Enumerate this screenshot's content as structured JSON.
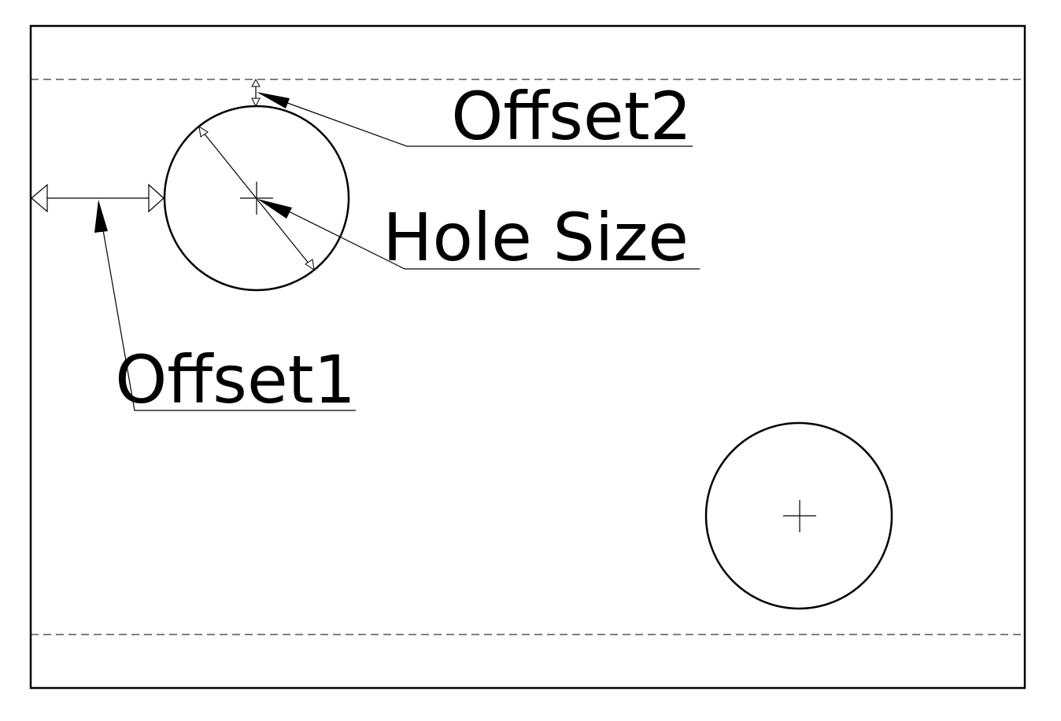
{
  "labels": {
    "offset2": "Offset2",
    "hole_size": "Hole Size",
    "offset1": "Offset1"
  },
  "colors": {
    "line": "#000000",
    "background": "#ffffff"
  }
}
